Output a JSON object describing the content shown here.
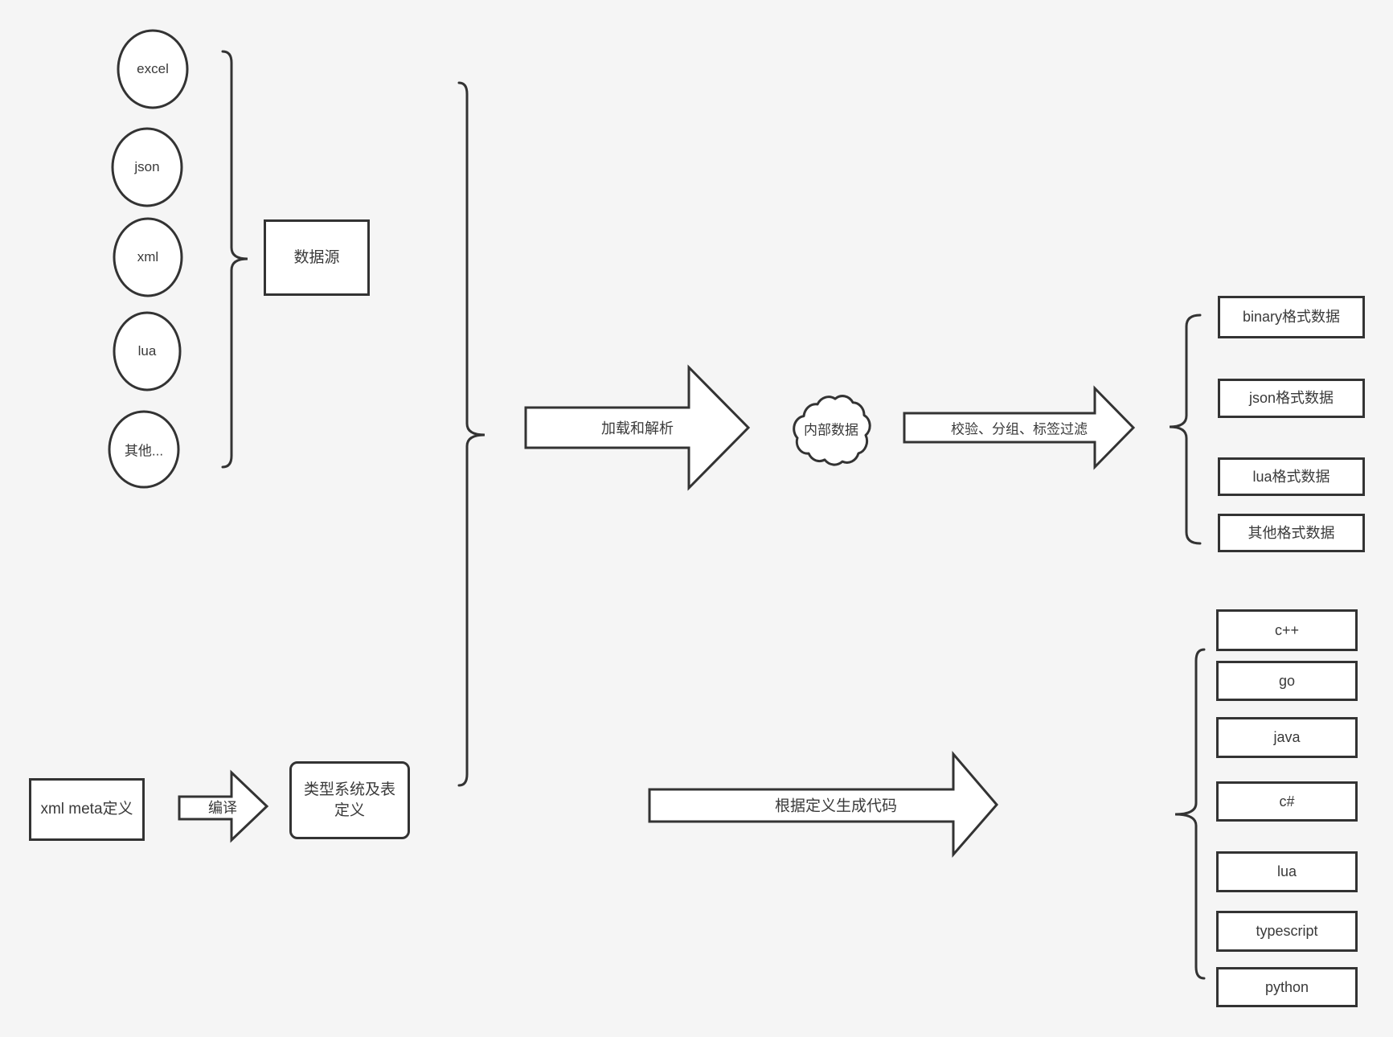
{
  "diagram": {
    "colors": {
      "background": "#f5f5f5",
      "stroke": "#333333",
      "shape_fill": "#ffffff",
      "text": "#3a3a3a"
    },
    "source_nodes": {
      "excel": "excel",
      "json": "json",
      "xml": "xml",
      "lua": "lua",
      "other": "其他..."
    },
    "data_source_group": {
      "label": "数据源"
    },
    "internal_data": {
      "label": "内部数据"
    },
    "arrows": {
      "load_parse": "加载和解析",
      "filter": "校验、分组、标签过滤",
      "compile": "编译",
      "generate": "根据定义生成代码"
    },
    "meta": {
      "xml_meta": "xml meta定义",
      "type_system": "类型系统及表定义"
    },
    "output_formats": {
      "binary": "binary格式数据",
      "json": "json格式数据",
      "lua": "lua格式数据",
      "other": "其他格式数据"
    },
    "languages": {
      "cpp": "c++",
      "go": "go",
      "java": "java",
      "csharp": "c#",
      "lua": "lua",
      "typescript": "typescript",
      "python": "python"
    }
  }
}
